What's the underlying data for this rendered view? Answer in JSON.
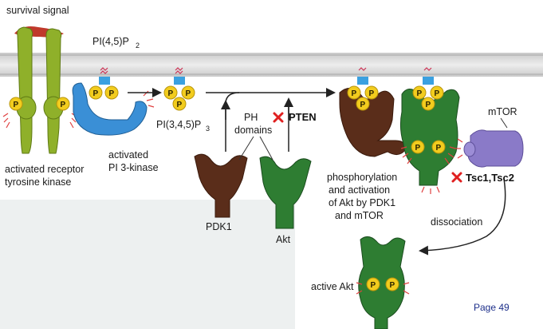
{
  "labels": {
    "survival_signal": "survival signal",
    "pip2_main": "PI(4,5)P",
    "pip2_sub": "2",
    "activated_receptor_line1": "activated receptor",
    "activated_receptor_line2": "tyrosine kinase",
    "pi3k_line1": "activated",
    "pi3k_line2": "PI 3-kinase",
    "pip3_main": "PI(3,4,5)P",
    "pip3_sub": "3",
    "ph_line1": "PH",
    "ph_line2": "domains",
    "pten": "PTEN",
    "pdk1": "PDK1",
    "akt": "Akt",
    "mtor": "mTOR",
    "tsc": "Tsc1,Tsc2",
    "phos_line1": "phosphorylation",
    "phos_line2": "and activation",
    "phos_line3": "of Akt by PDK1",
    "phos_line4": "and mTOR",
    "dissociation": "dissociation",
    "active_akt": "active Akt",
    "phosphate": "P"
  },
  "page": "Page 49",
  "colors": {
    "receptor": "#8fb02a",
    "pi3k": "#3a8fd6",
    "pdk1": "#5a2d1a",
    "akt": "#2e7d32",
    "mtor": "#8a7ac8",
    "phosphate": "#f2cc1e",
    "inhibit": "#e02020",
    "lipid_head": "#3aa0e0",
    "membrane": "#d8d8d8"
  },
  "icons": [
    "inhibition-x-icon",
    "phosphate-icon"
  ]
}
